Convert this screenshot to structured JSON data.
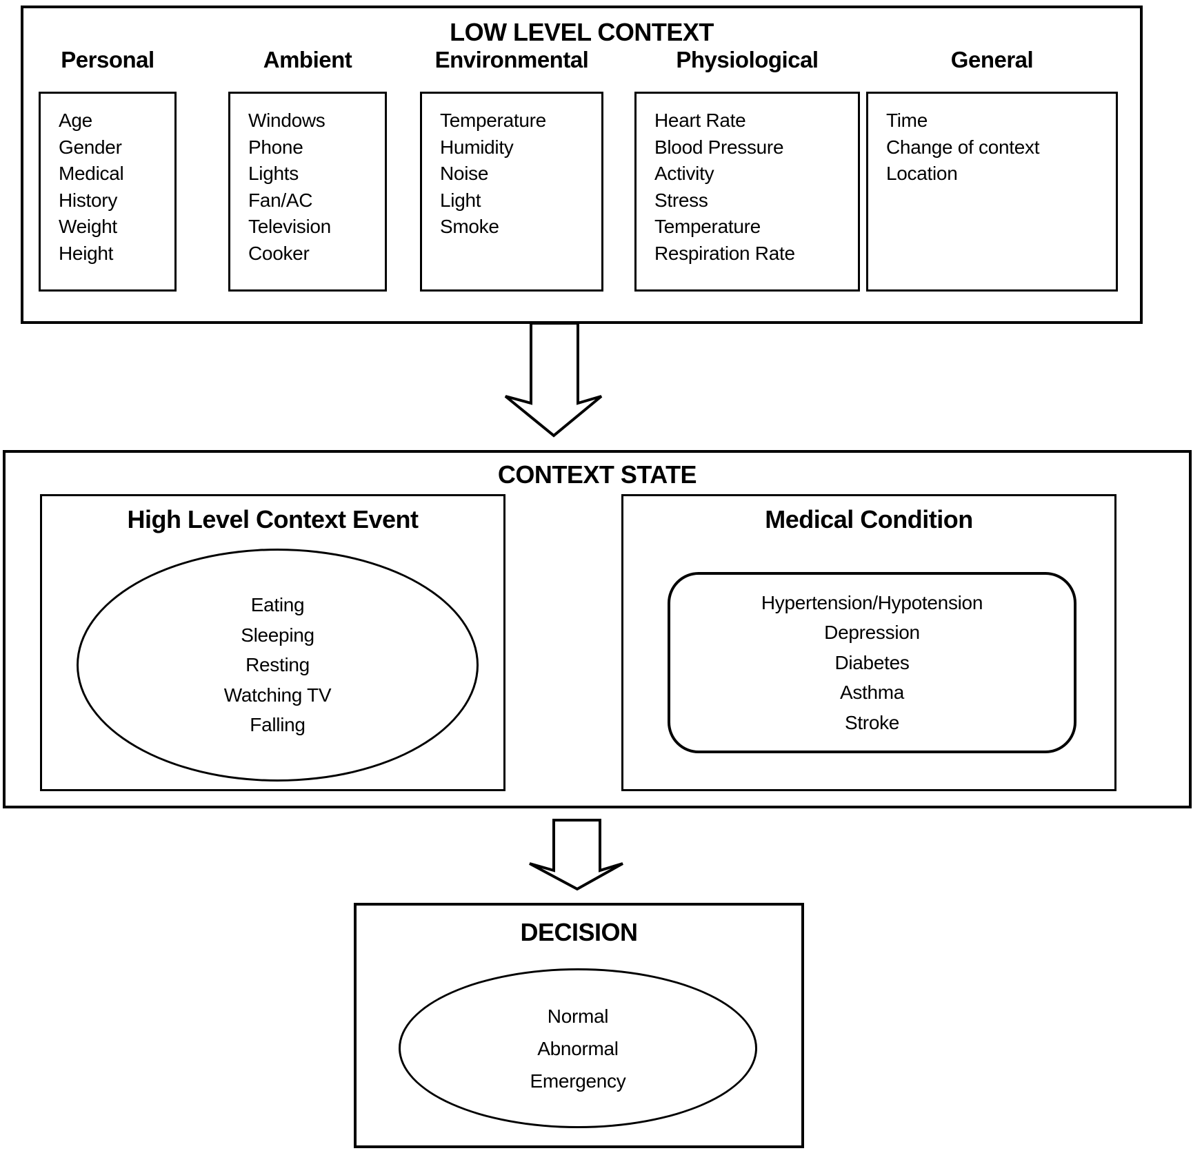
{
  "colors": {
    "ink": "#000000",
    "paper": "#ffffff"
  },
  "low_level_context": {
    "title": "LOW LEVEL CONTEXT",
    "columns": [
      {
        "header": "Personal",
        "items": [
          "Age",
          "Gender",
          "Medical",
          "History",
          "Weight",
          "Height"
        ]
      },
      {
        "header": "Ambient",
        "items": [
          "Windows",
          "Phone",
          "Lights",
          "Fan/AC",
          "Television",
          "Cooker"
        ]
      },
      {
        "header": "Environmental",
        "items": [
          "Temperature",
          "Humidity",
          "Noise",
          "Light",
          "Smoke"
        ]
      },
      {
        "header": "Physiological",
        "items": [
          "Heart Rate",
          "Blood Pressure",
          "Activity",
          "Stress",
          "Temperature",
          "Respiration Rate"
        ]
      },
      {
        "header": "General",
        "items": [
          "Time",
          "Change of context",
          "Location"
        ]
      }
    ]
  },
  "context_state": {
    "title": "CONTEXT STATE",
    "high_level_context_event": {
      "title": "High Level Context Event",
      "items": [
        "Eating",
        "Sleeping",
        "Resting",
        "Watching TV",
        "Falling"
      ]
    },
    "medical_condition": {
      "title": "Medical Condition",
      "items": [
        "Hypertension/Hypotension",
        "Depression",
        "Diabetes",
        "Asthma",
        "Stroke"
      ]
    }
  },
  "decision": {
    "title": "DECISION",
    "items": [
      "Normal",
      "Abnormal",
      "Emergency"
    ]
  }
}
